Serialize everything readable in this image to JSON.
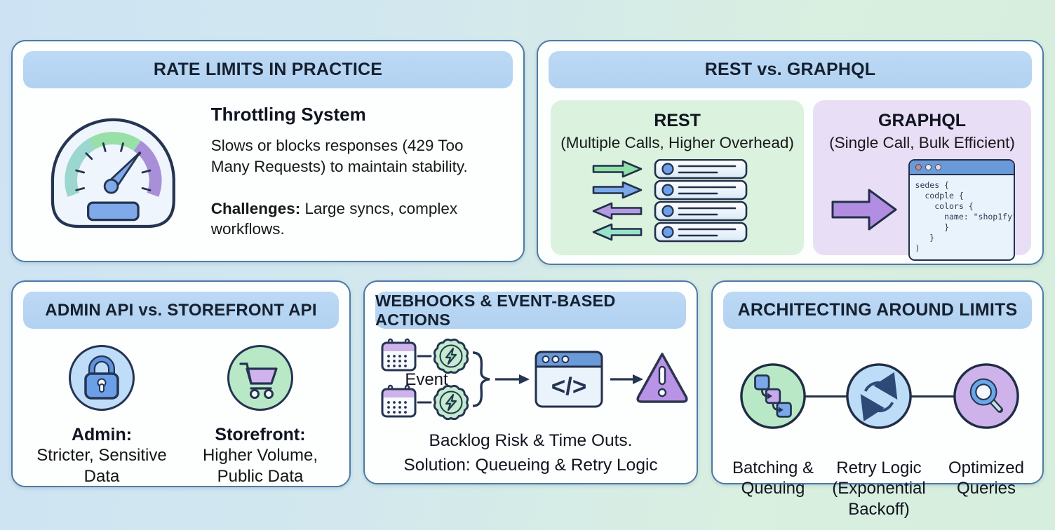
{
  "palette": {
    "header_bg": "#b7d6f3",
    "card_border": "#4c7aa6",
    "rest_panel_green": "#daf2de",
    "graphql_panel_purple": "#e8def5",
    "accent_green": "#8fdfa8",
    "accent_blue": "#7aa8e8",
    "accent_purple": "#b28ee2",
    "accent_teal": "#96e4c8",
    "outline_dark": "#22304a"
  },
  "rate_limits": {
    "title": "RATE LIMITS IN PRACTICE",
    "heading": "Throttling System",
    "body": "Slows or blocks responses (429 Too Many Requests) to maintain stability.",
    "challenges_label": "Challenges:",
    "challenges_text": " Large syncs, complex workflows."
  },
  "rest_graphql": {
    "title": "REST vs. GRAPHQL",
    "rest_title": "REST",
    "rest_subtitle": "(Multiple Calls, Higher Overhead)",
    "graphql_title": "GRAPHQL",
    "graphql_subtitle": "(Single Call, Bulk Efficient)",
    "code_lines": [
      "sedes {",
      "  codple {",
      "    colors {",
      "      name: \"shop1fy\"",
      "      }",
      "   }",
      ")"
    ]
  },
  "admin_storefront": {
    "title": "ADMIN API vs. STOREFRONT API",
    "admin_label": "Admin:",
    "admin_desc": "Stricter, Sensitive Data",
    "storefront_label": "Storefront:",
    "storefront_desc": "Higher Volume, Public Data"
  },
  "webhooks": {
    "title": "WEBHOOKS & EVENT-BASED ACTIONS",
    "event_label": "Event",
    "code_symbol": "</>",
    "risk_line": "Backlog Risk & Time Outs.",
    "solution_line": "Solution: Queueing & Retry Logic"
  },
  "architecting": {
    "title": "ARCHITECTING AROUND LIMITS",
    "items": [
      {
        "label": "Batching & Queuing"
      },
      {
        "label": "Retry Logic (Exponential Backoff)"
      },
      {
        "label": "Optimized Queries"
      }
    ]
  }
}
